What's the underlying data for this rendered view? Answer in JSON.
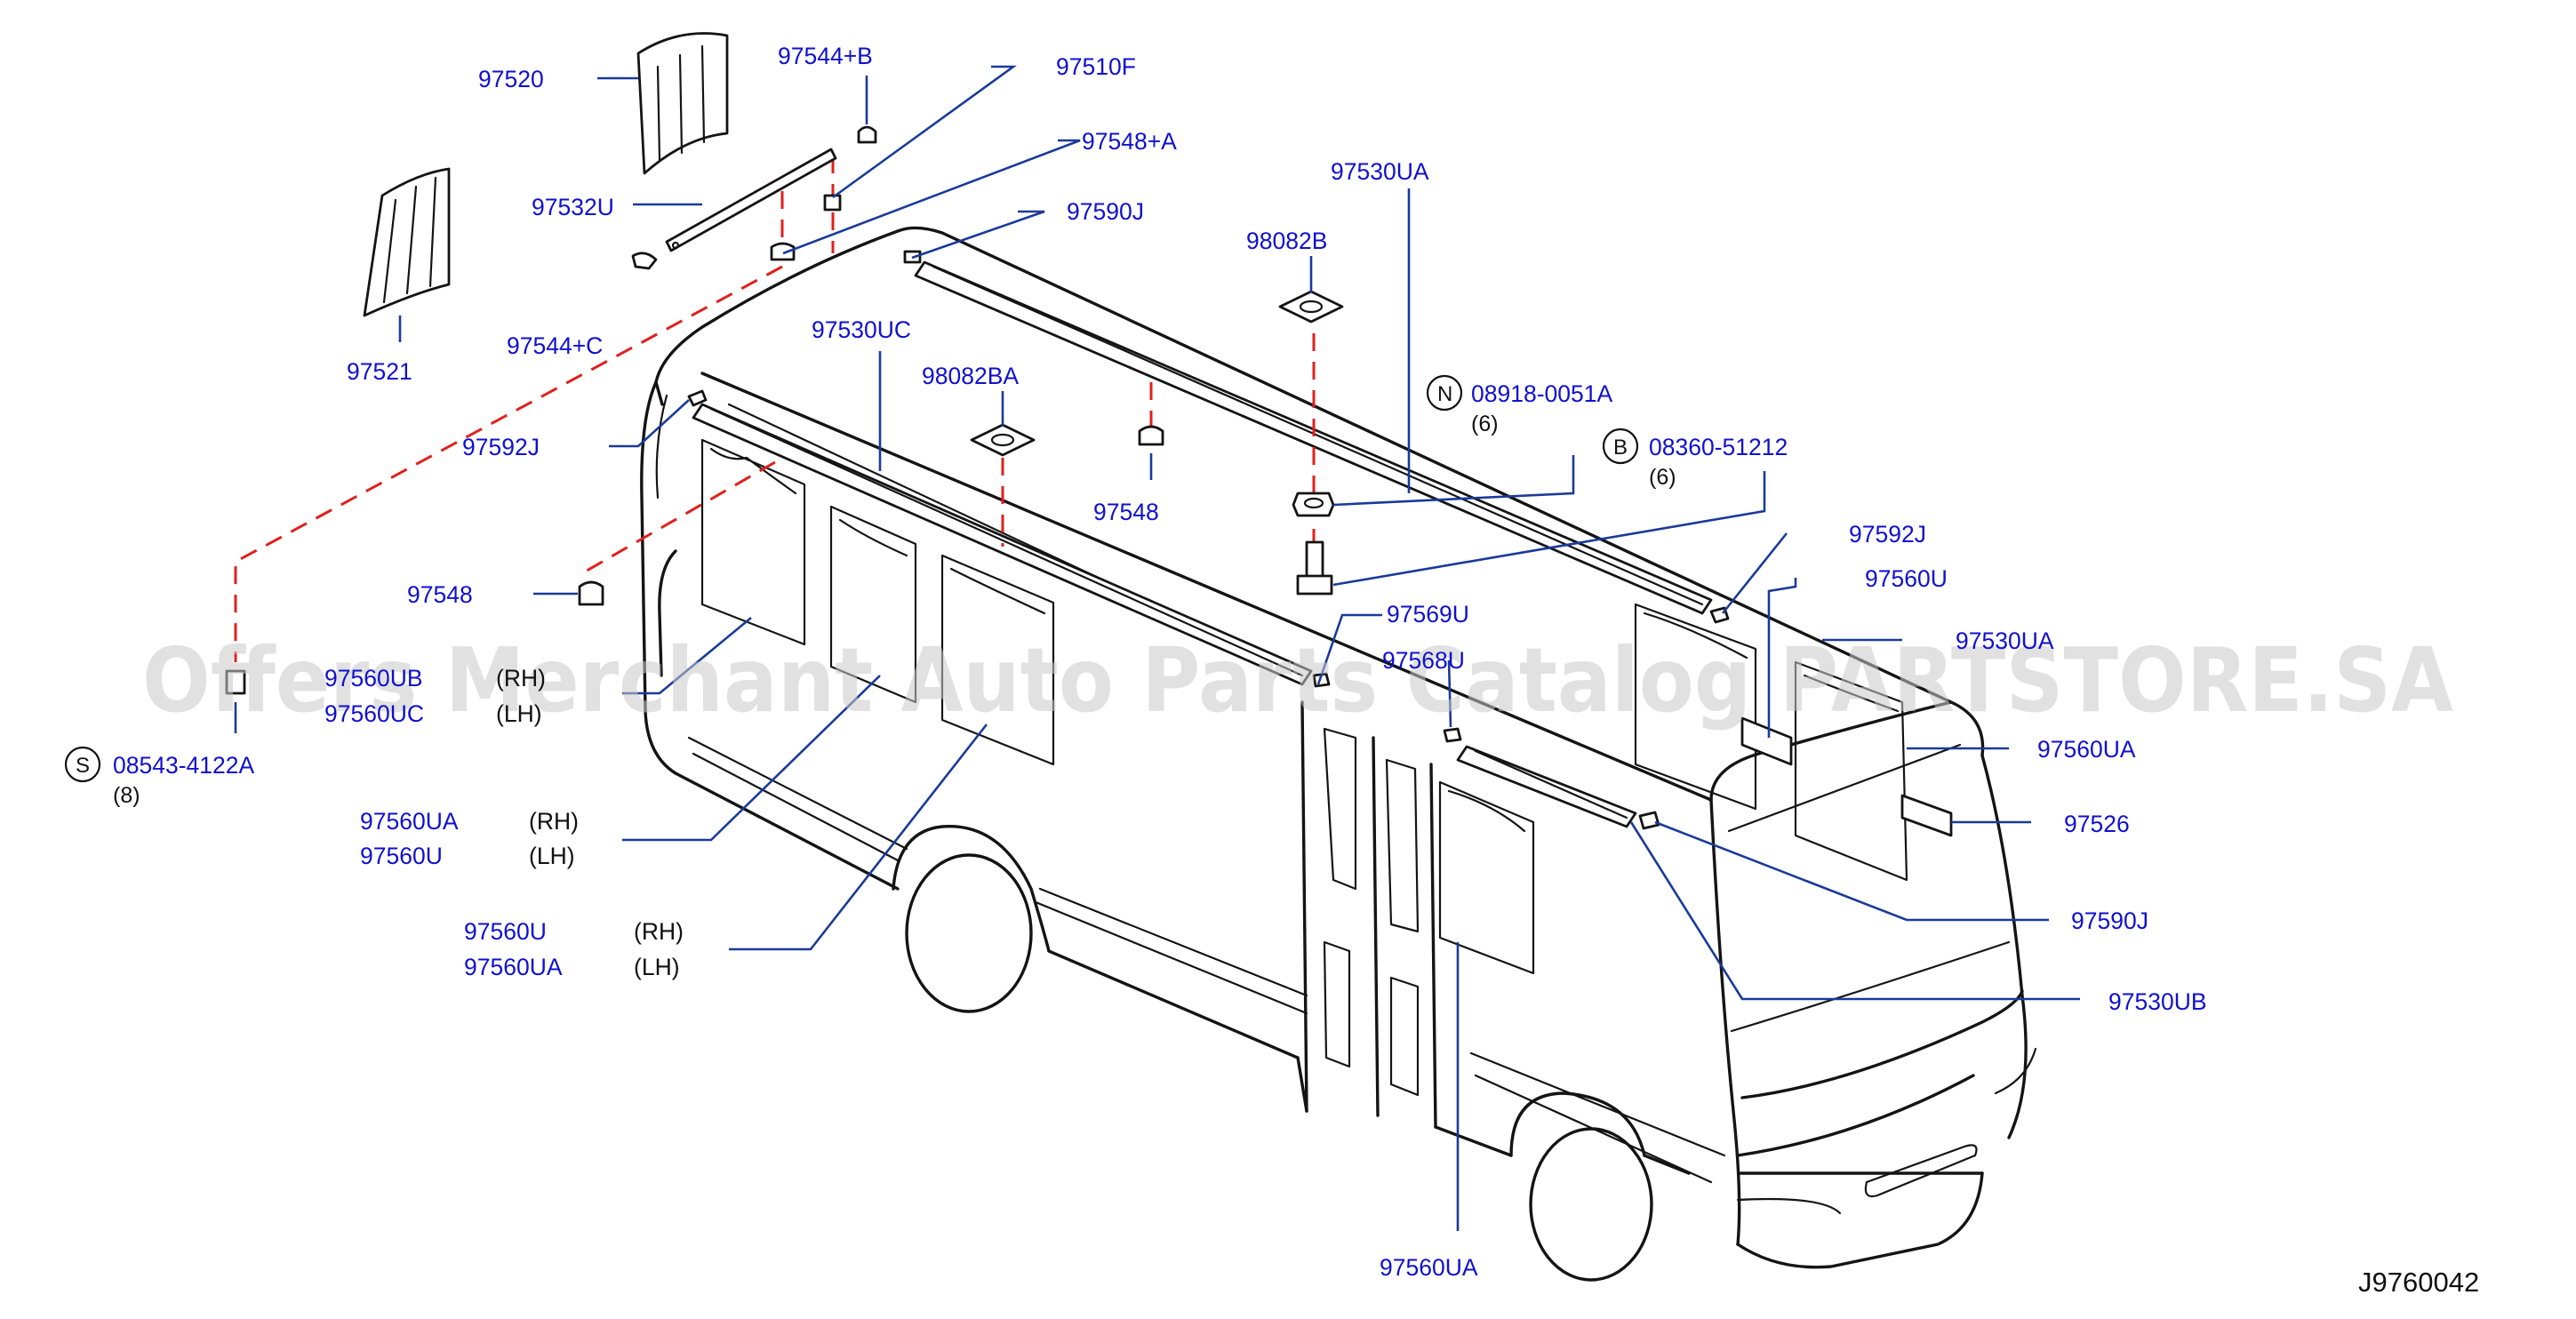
{
  "diagram": {
    "reference": "J9760042",
    "watermark": "Offers Merchant Auto Parts Catalog PARTSTORE.SA",
    "labels": {
      "p97520": "97520",
      "p97521": "97521",
      "p97532U": "97532U",
      "p97544B": "97544+B",
      "p97544C": "97544+C",
      "p97510F": "97510F",
      "p97548A": "97548+A",
      "p97590J_top": "97590J",
      "p97530UA_top": "97530UA",
      "p98082B": "98082B",
      "p97530UC": "97530UC",
      "p98082BA": "98082BA",
      "p97592J_left": "97592J",
      "p97548_mid": "97548",
      "p97548_left": "97548",
      "p97560UB": "97560UB",
      "p97560UC": "97560UC",
      "p97569U": "97569U",
      "p97568U": "97568U",
      "p97592J_right": "97592J",
      "p97560U_right": "97560U",
      "p97530UA_right": "97530UA",
      "p97560UA_right": "97560UA",
      "p97526": "97526",
      "p97590J_right": "97590J",
      "p97530UB": "97530UB",
      "p97560UA_a": "97560UA",
      "p97560U_a": "97560U",
      "p97560U_b": "97560U",
      "p97560UA_b": "97560UA",
      "p97560UA_bottom": "97560UA"
    },
    "sides": {
      "rh": "(RH)",
      "lh": "(LH)"
    },
    "fasteners": {
      "n_letter": "N",
      "n_part": "08918-0051A",
      "n_qty": "(6)",
      "b_letter": "B",
      "b_part": "08360-51212",
      "b_qty": "(6)",
      "s_letter": "S",
      "s_part": "08543-4122A",
      "s_qty": "(8)"
    }
  }
}
